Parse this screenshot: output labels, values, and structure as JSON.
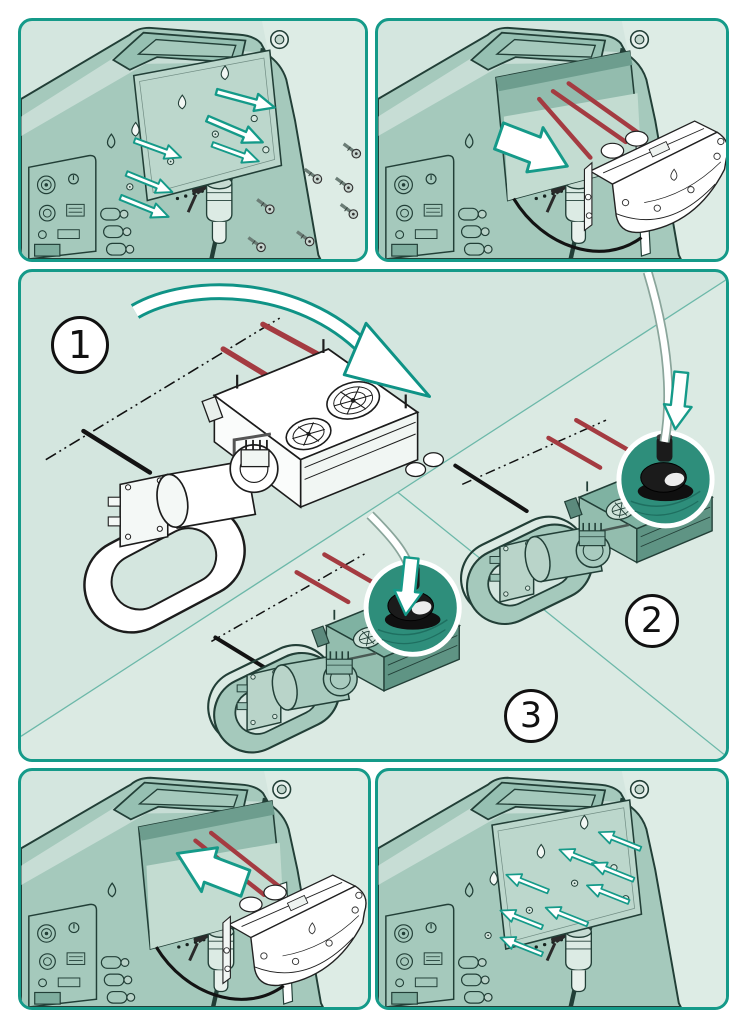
{
  "page": {
    "background": "#ffffff",
    "sheet_name": "sieve-module-service-instructions"
  },
  "colors": {
    "panel_border": "#159a89",
    "panel_background": "#d4e6df",
    "device_body": "#a5c9bc",
    "bay_interior": "#93bcae",
    "tube_red": "#a43b41",
    "outline": "#223f37",
    "magnifier_fill": "#2e8e7b",
    "grommet_black": "#1b1b1b",
    "arrow_fill": "#ffffff",
    "arrow_stroke": "#159a89"
  },
  "steps": [
    {
      "label": "1",
      "icon": "rotate-module-curved-arrow-icon"
    },
    {
      "label": "2",
      "icon": "insert-tube-down-arrow-icon"
    },
    {
      "label": "3",
      "icon": "insert-tube-down-arrow-icon"
    }
  ],
  "panels": [
    {
      "id": "remove-cover-screws",
      "position": "top-left",
      "arrow_direction": "out",
      "arrow_count": 6,
      "loose_screw_count": 7
    },
    {
      "id": "pull-module-out",
      "position": "top-right",
      "arrow_direction": "out",
      "red_tube_count": 3
    },
    {
      "id": "module-detail-steps",
      "position": "middle",
      "step_count": 3
    },
    {
      "id": "push-module-in",
      "position": "bottom-left",
      "arrow_direction": "in",
      "red_tube_count": 2
    },
    {
      "id": "refit-cover-screws",
      "position": "bottom-right",
      "arrow_direction": "in",
      "arrow_count": 8
    }
  ]
}
